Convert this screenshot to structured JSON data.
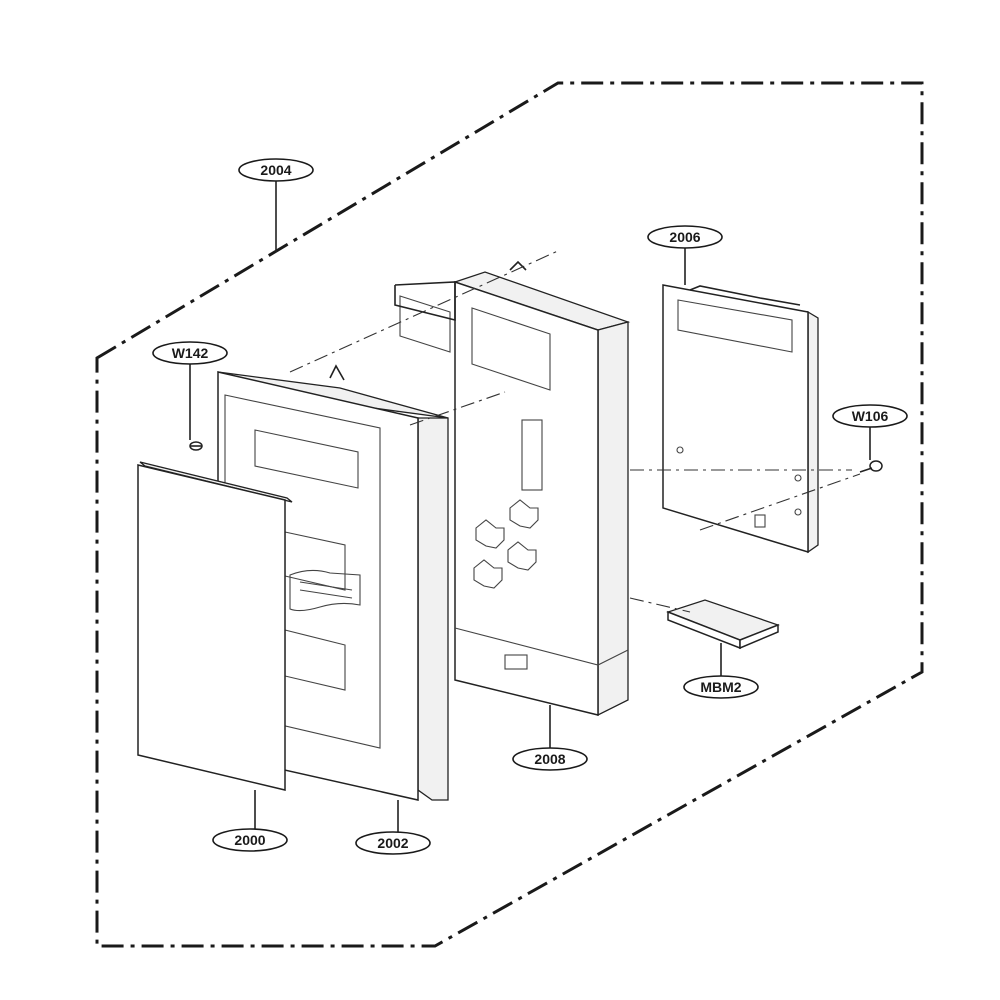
{
  "diagram": {
    "callouts": {
      "c2004": "2004",
      "c2006": "2006",
      "cW142": "W142",
      "cW106": "W106",
      "cMBM2": "MBM2",
      "c2008": "2008",
      "c2000": "2000",
      "c2002": "2002"
    }
  }
}
